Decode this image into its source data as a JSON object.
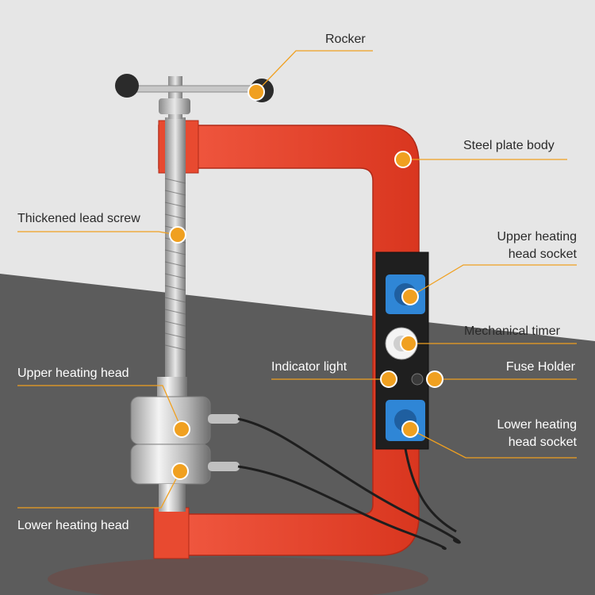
{
  "colors": {
    "accent": "#f0a020",
    "frame": "#e8422e",
    "socket": "#2f86d6",
    "background_light": "#e6e6e6",
    "background_dark": "#5a5a5a"
  },
  "labels": {
    "rocker": "Rocker",
    "steel_plate_body": "Steel plate body",
    "thickened_lead_screw": "Thickened lead screw",
    "upper_heating_head_socket": [
      "Upper heating",
      "head socket"
    ],
    "mechanical_timer": "Mechanical timer",
    "indicator_light": "Indicator light",
    "fuse_holder": "Fuse Holder",
    "upper_heating_head": "Upper heating head",
    "lower_heating_head_socket": [
      "Lower heating",
      "head socket"
    ],
    "lower_heating_head": "Lower heating head"
  }
}
